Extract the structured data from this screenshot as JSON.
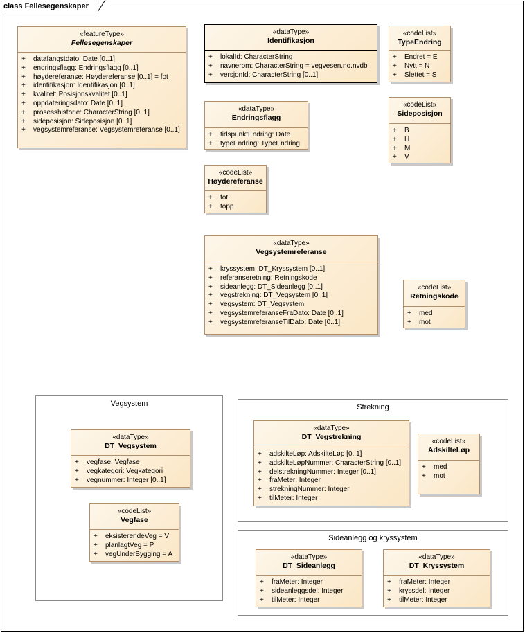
{
  "frame": {
    "label": "class Fellesegenskaper"
  },
  "packages": {
    "vegsystem": "Vegsystem",
    "strekning": "Strekning",
    "sideanlegg": "Sideanlegg og kryssystem"
  },
  "classes": {
    "fellesegenskaper": {
      "stereotype": "«featureType»",
      "name": "Fellesegenskaper",
      "attributes": [
        {
          "vis": "+",
          "text": "datafangstdato: Date [0..1]"
        },
        {
          "vis": "+",
          "text": "endringsflagg: Endringsflagg [0..1]"
        },
        {
          "vis": "+",
          "text": "høydereferanse: Høydereferanse [0..1] = fot"
        },
        {
          "vis": "+",
          "text": "identifikasjon: Identifikasjon [0..1]"
        },
        {
          "vis": "+",
          "text": "kvalitet: Posisjonskvalitet [0..1]"
        },
        {
          "vis": "+",
          "text": "oppdateringsdato: Date [0..1]"
        },
        {
          "vis": "+",
          "text": "prosesshistorie: CharacterString [0..1]"
        },
        {
          "vis": "+",
          "text": "sideposisjon: Sideposisjon [0..1]"
        },
        {
          "vis": "+",
          "text": "vegsystemreferanse: Vegsystemreferanse [0..1]"
        }
      ]
    },
    "identifikasjon": {
      "stereotype": "«dataType»",
      "name": "Identifikasjon",
      "attributes": [
        {
          "vis": "+",
          "text": "lokalId: CharacterString"
        },
        {
          "vis": "+",
          "text": "navnerom: CharacterString = vegvesen.no.nvdb"
        },
        {
          "vis": "+",
          "text": "versjonId: CharacterString [0..1]"
        }
      ]
    },
    "typeendring": {
      "stereotype": "«codeList»",
      "name": "TypeEndring",
      "attributes": [
        {
          "vis": "+",
          "text": "Endret = E"
        },
        {
          "vis": "+",
          "text": "Nytt = N"
        },
        {
          "vis": "+",
          "text": "Slettet = S"
        }
      ]
    },
    "endringsflagg": {
      "stereotype": "«dataType»",
      "name": "Endringsflagg",
      "attributes": [
        {
          "vis": "+",
          "text": "tidspunktEndring: Date"
        },
        {
          "vis": "+",
          "text": "typeEndring: TypeEndring"
        }
      ]
    },
    "sideposisjon": {
      "stereotype": "«codeList»",
      "name": "Sideposisjon",
      "attributes": [
        {
          "vis": "+",
          "text": "B"
        },
        {
          "vis": "+",
          "text": "H"
        },
        {
          "vis": "+",
          "text": "M"
        },
        {
          "vis": "+",
          "text": "V"
        }
      ]
    },
    "hoydereferanse": {
      "stereotype": "«codeList»",
      "name": "Høydereferanse",
      "attributes": [
        {
          "vis": "+",
          "text": "fot"
        },
        {
          "vis": "+",
          "text": "topp"
        }
      ]
    },
    "vegsystemreferanse": {
      "stereotype": "«dataType»",
      "name": "Vegsystemreferanse",
      "attributes": [
        {
          "vis": "+",
          "text": "kryssystem: DT_Kryssystem [0..1]"
        },
        {
          "vis": "+",
          "text": "referanseretning: Retningskode"
        },
        {
          "vis": "+",
          "text": "sideanlegg: DT_Sideanlegg [0..1]"
        },
        {
          "vis": "+",
          "text": "vegstrekning: DT_Vegsystem [0..1]"
        },
        {
          "vis": "+",
          "text": "vegsystem: DT_Vegsystem"
        },
        {
          "vis": "+",
          "text": "vegsystemreferanseFraDato: Date [0..1]"
        },
        {
          "vis": "+",
          "text": "vegsystemreferanseTilDato: Date [0..1]"
        }
      ]
    },
    "retningskode": {
      "stereotype": "«codeList»",
      "name": "Retningskode",
      "attributes": [
        {
          "vis": "+",
          "text": "med"
        },
        {
          "vis": "+",
          "text": "mot"
        }
      ]
    },
    "dt_vegsystem": {
      "stereotype": "«dataType»",
      "name": "DT_Vegsystem",
      "attributes": [
        {
          "vis": "+",
          "text": "vegfase: Vegfase"
        },
        {
          "vis": "+",
          "text": "vegkategori: Vegkategori"
        },
        {
          "vis": "+",
          "text": "vegnummer: Integer [0..1]"
        }
      ]
    },
    "vegfase": {
      "stereotype": "«codeList»",
      "name": "Vegfase",
      "attributes": [
        {
          "vis": "+",
          "text": "eksisterendeVeg = V"
        },
        {
          "vis": "+",
          "text": "planlagtVeg = P"
        },
        {
          "vis": "+",
          "text": "vegUnderBygging = A"
        }
      ]
    },
    "dt_vegstrekning": {
      "stereotype": "«dataType»",
      "name": "DT_Vegstrekning",
      "attributes": [
        {
          "vis": "+",
          "text": "adskilteLøp: AdskilteLøp [0..1]"
        },
        {
          "vis": "+",
          "text": "adskilteLøpNummer: CharacterString [0..1]"
        },
        {
          "vis": "+",
          "text": "delstrekningNummer: Integer [0..1]"
        },
        {
          "vis": "+",
          "text": "fraMeter: Integer"
        },
        {
          "vis": "+",
          "text": "strekningNummer: Integer"
        },
        {
          "vis": "+",
          "text": "tilMeter: Integer"
        }
      ]
    },
    "adskilteløp": {
      "stereotype": "«codeList»",
      "name": "AdskilteLøp",
      "attributes": [
        {
          "vis": "+",
          "text": "med"
        },
        {
          "vis": "+",
          "text": "mot"
        }
      ]
    },
    "dt_sideanlegg": {
      "stereotype": "«dataType»",
      "name": "DT_Sideanlegg",
      "attributes": [
        {
          "vis": "+",
          "text": "fraMeter: Integer"
        },
        {
          "vis": "+",
          "text": "sideanleggsdel: Integer"
        },
        {
          "vis": "+",
          "text": "tilMeter: Integer"
        }
      ]
    },
    "dt_kryssystem": {
      "stereotype": "«dataType»",
      "name": "DT_Kryssystem",
      "attributes": [
        {
          "vis": "+",
          "text": "fraMeter: Integer"
        },
        {
          "vis": "+",
          "text": "kryssdel: Integer"
        },
        {
          "vis": "+",
          "text": "tilMeter: Integer"
        }
      ]
    }
  }
}
